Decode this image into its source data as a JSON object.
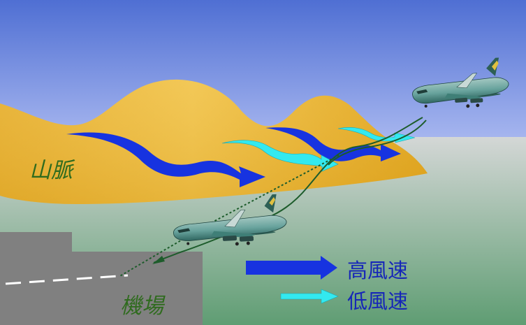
{
  "labels": {
    "mountain": "山脈",
    "airport": "機場"
  },
  "legend": {
    "high_wind": "高風速",
    "low_wind": "低風速"
  },
  "colors": {
    "sky_top": "#4f6fd3",
    "sky_bottom": "#a9b8f0",
    "ground_top": "#d4d7d6",
    "ground_bottom": "#5f9d73",
    "mountain_light": "#f2c95b",
    "mountain_dark": "#dfa41f",
    "runway": "#808080",
    "high_wind": "#1733e0",
    "low_wind": "#33e9ef",
    "flight_path": "#1d5c2b",
    "text_green": "#2f6b1e",
    "text_blue": "#1626b8"
  }
}
